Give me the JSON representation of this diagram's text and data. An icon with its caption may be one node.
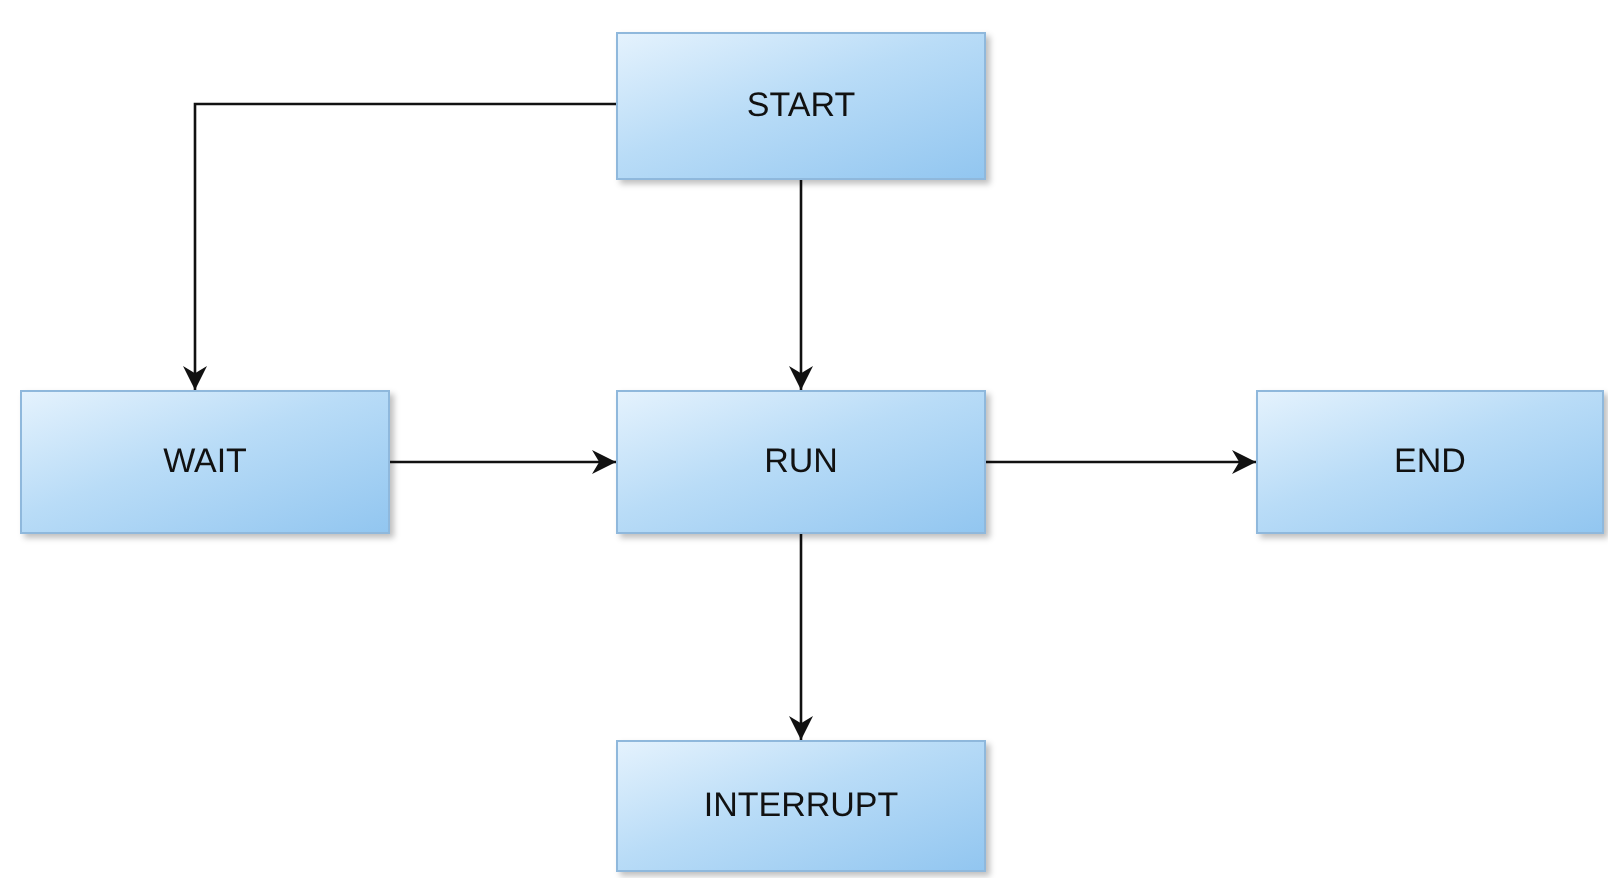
{
  "diagram": {
    "nodes": [
      {
        "text": [
          "START"
        ]
      },
      {
        "text": [
          "WAIT"
        ]
      },
      {
        "text": [
          "RUN"
        ]
      },
      {
        "text": [
          "END"
        ]
      },
      {
        "text": [
          "INTERRUPT"
        ]
      }
    ],
    "edges": [
      {
        "from": 0,
        "to": 1,
        "arrow": "to"
      },
      {
        "from": 0,
        "to": 2,
        "arrow": "to"
      },
      {
        "from": 1,
        "to": 2,
        "arrow": "to"
      },
      {
        "from": 2,
        "to": 3,
        "arrow": "to"
      },
      {
        "from": 2,
        "to": 4,
        "arrow": "to"
      }
    ]
  }
}
